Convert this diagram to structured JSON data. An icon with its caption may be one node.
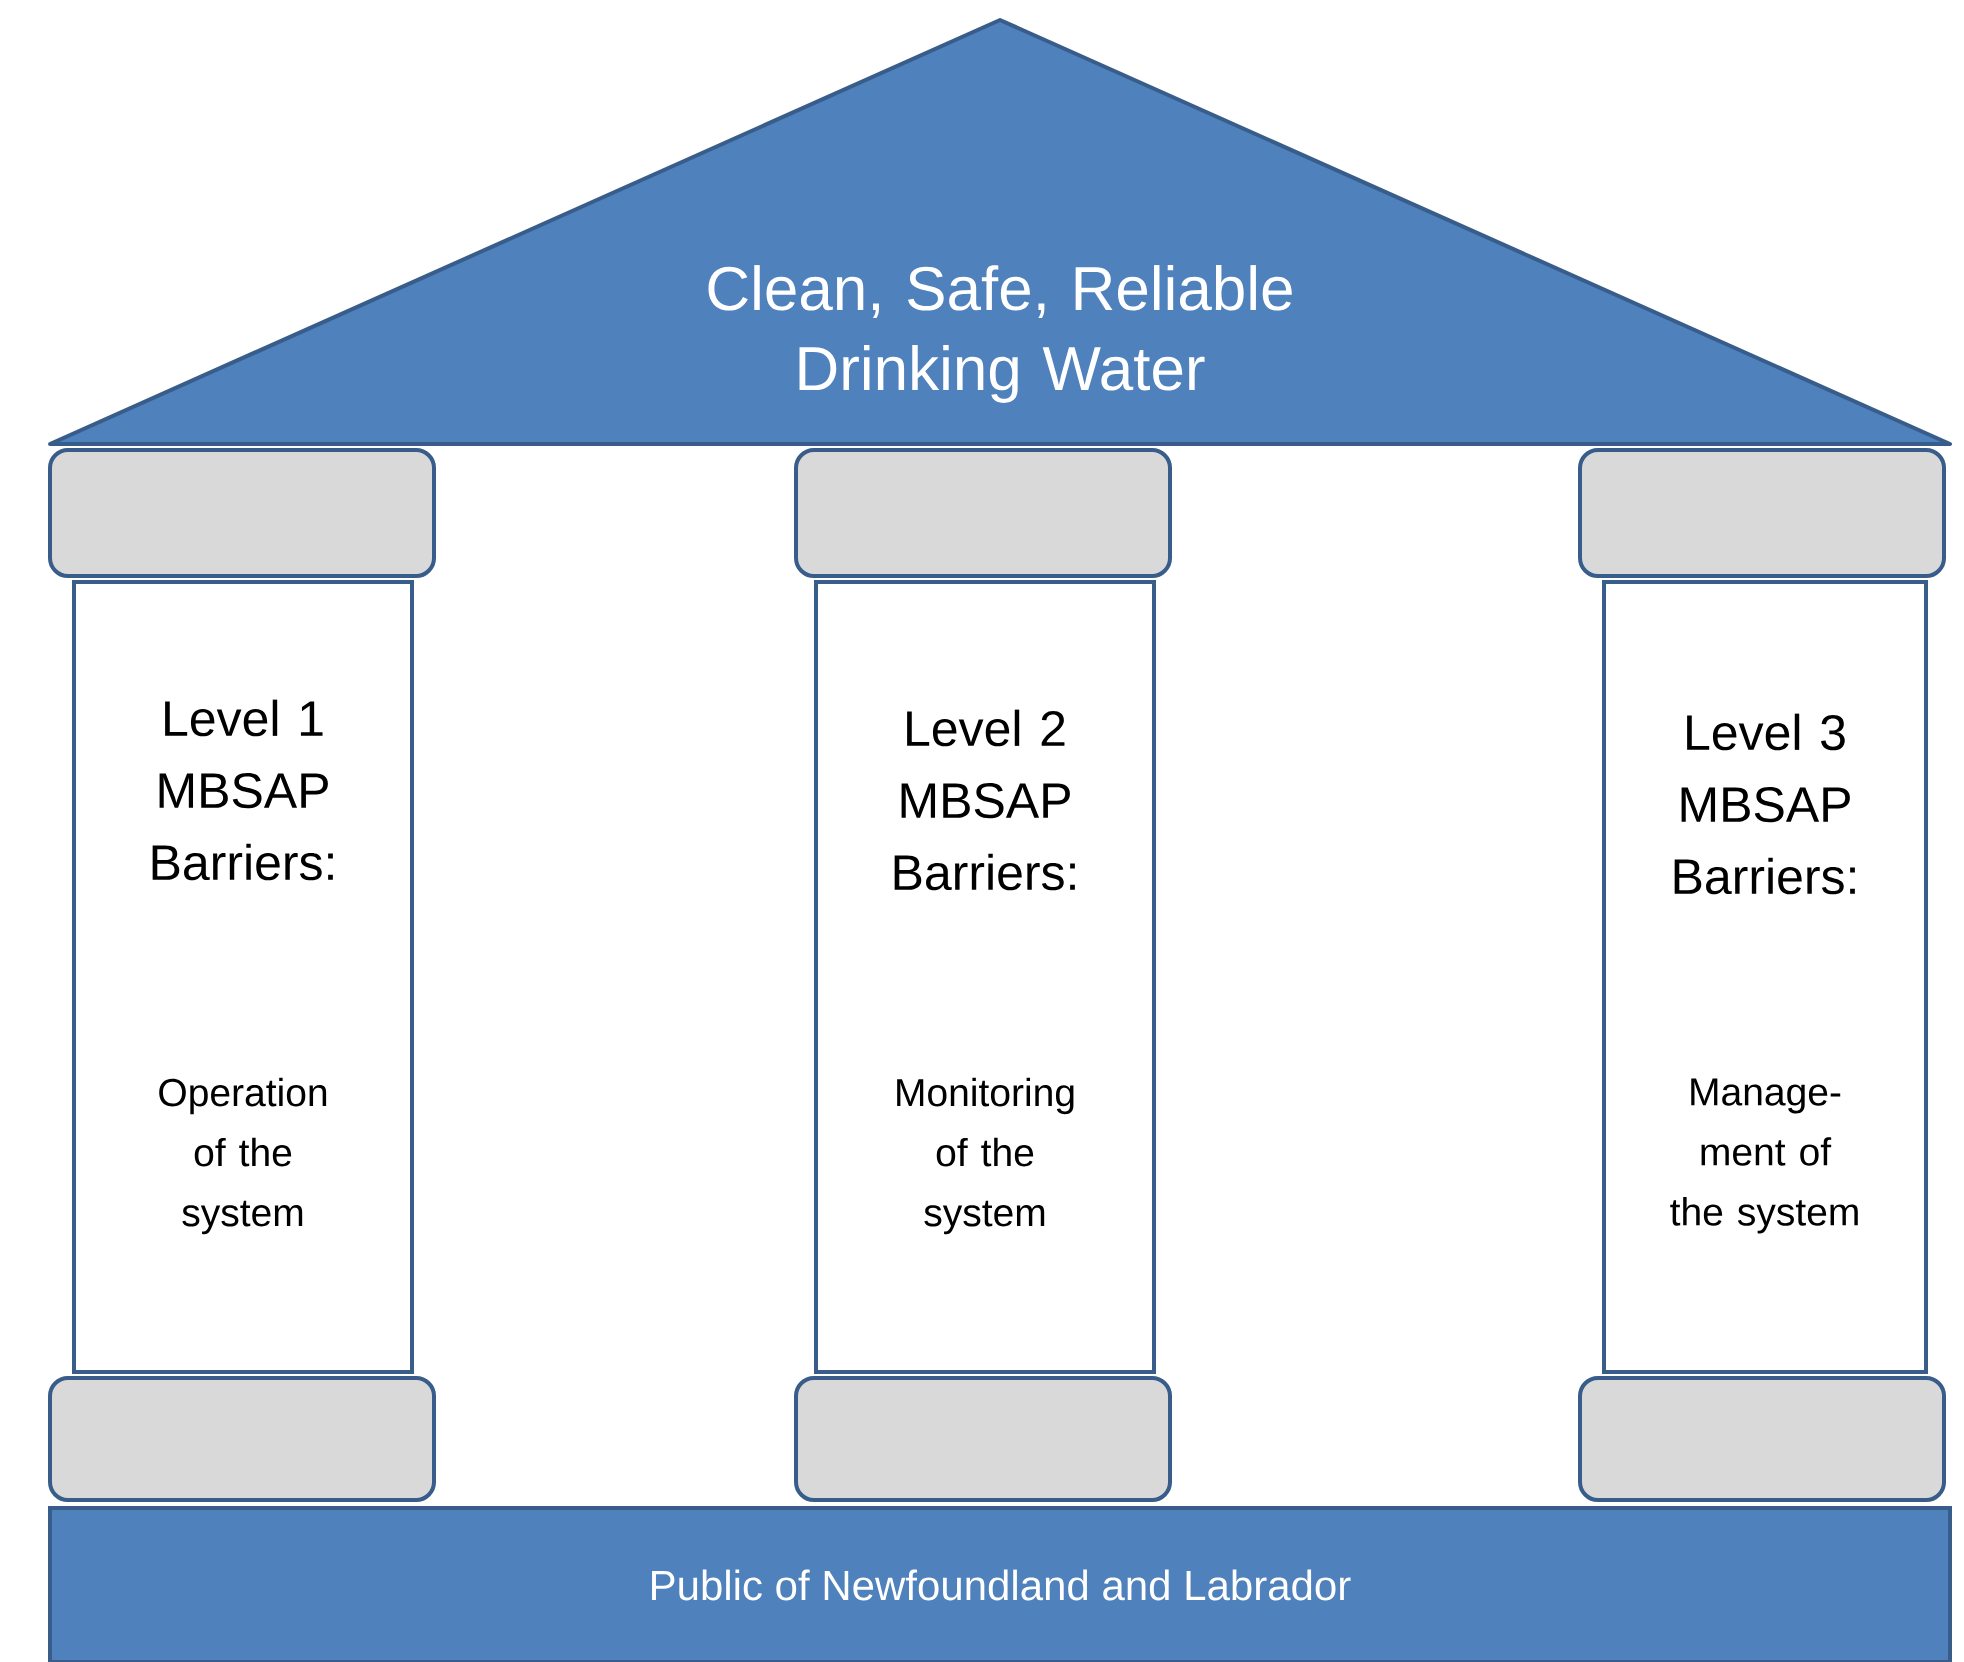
{
  "diagram": {
    "nodes": [
      {
        "text": [
          "Clean, Safe, Reliable Drinking Water"
        ]
      },
      {
        "text": [],
        "shape": "box"
      },
      {
        "text": [],
        "shape": "box"
      },
      {
        "text": [],
        "shape": "box"
      },
      {
        "text": [
          "Level 1 MBSAP Barriers:",
          "Operation of the system"
        ]
      },
      {
        "text": [
          "Level 2 MBSAP Barriers:",
          "Monitoring of the system"
        ]
      },
      {
        "text": [
          "Level 3 MBSAP Barriers:",
          "Manage- ment of the system"
        ]
      },
      {
        "text": [],
        "shape": "box"
      },
      {
        "text": [],
        "shape": "box"
      },
      {
        "text": [],
        "shape": "box"
      },
      {
        "text": [
          "Public of Newfoundland and Labrador"
        ]
      }
    ]
  }
}
